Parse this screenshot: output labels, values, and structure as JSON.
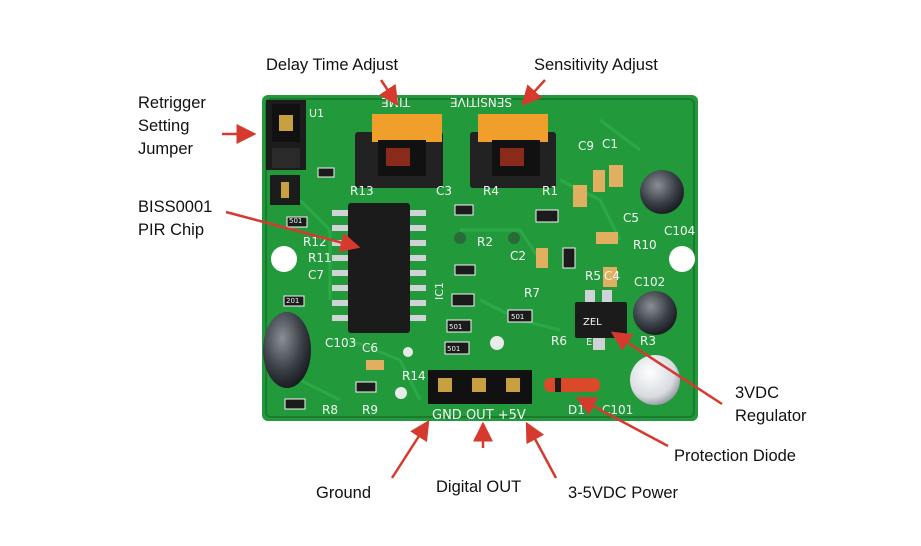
{
  "colors": {
    "arrow": "#d63a2e",
    "pcb": "#229a3c",
    "pcb_dark": "#1a7a2f",
    "silkscreen": "#f4f7f4",
    "trimmer": "#f0a02a",
    "chip": "#1b1b1b",
    "label_text": "#111111"
  },
  "callouts": {
    "delay_time": "Delay Time Adjust",
    "sensitivity": "Sensitivity Adjust",
    "retrigger": [
      "Retrigger",
      "Setting",
      "Jumper"
    ],
    "biss_chip": [
      "BISS0001",
      "PIR Chip"
    ],
    "regulator": [
      "3VDC",
      "Regulator"
    ],
    "protection_diode": "Protection Diode",
    "ground": "Ground",
    "digital_out": "Digital OUT",
    "power": "3-5VDC Power"
  },
  "board": {
    "pins_label": "GND OUT +5V",
    "silk": {
      "r13": "R13",
      "r4": "R4",
      "c3": "C3",
      "r1": "R1",
      "c9": "C9",
      "c1": "C1",
      "c5": "C5",
      "r10": "R10",
      "c104": "C104",
      "r12": "R12",
      "r11": "R11",
      "c2": "C2",
      "r2": "R2",
      "r5": "R5",
      "c4": "C4",
      "c102": "C102",
      "r7": "R7",
      "r6": "R6",
      "r3": "R3",
      "c103": "C103",
      "c6": "C6",
      "r8": "R8",
      "r9": "R9",
      "d1": "D1",
      "c101": "C101",
      "c7": "C7",
      "r14": "R14",
      "u1": "U1",
      "ic1": "IC1",
      "time_mirror": "TIME",
      "sens_mirror": "SENSITIVE",
      "code1": "501",
      "code2": "501",
      "code3": "501",
      "code4": "201",
      "code5": "501",
      "code6": "ZEL",
      "code7": "E"
    }
  }
}
